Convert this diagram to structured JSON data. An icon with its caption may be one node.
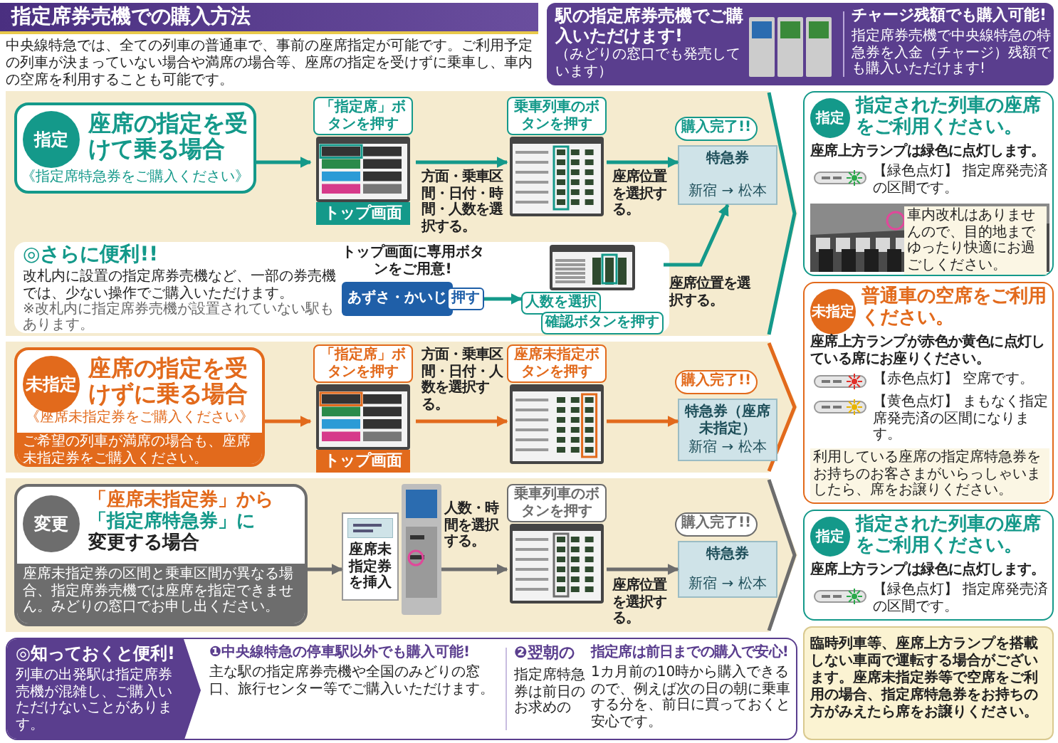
{
  "diagram": {
    "title": "指定席券売機での購入方法",
    "nodes": [
      {
        "text": [],
        "shape": "band"
      },
      {
        "text": [
          "指定",
          "座席の指定を受けて乗る場合",
          "《指定席特急券をご購入ください》"
        ],
        "in": 0
      },
      {
        "text": [
          "「指定席」ボタンを押す",
          "トップ画面"
        ],
        "in": 0
      },
      {
        "text": [
          "乗車列車のボタンを押す"
        ],
        "in": 0
      },
      {
        "text": [
          "特急券",
          "新宿 → 松本"
        ],
        "in": 0,
        "beside": [
          "購入完了!!"
        ]
      },
      {
        "text": [
          "◎さらに便利!!",
          "改札内に設置の指定席券売機など、一部の券売機では、少ない操作でご購入いただけます。",
          "※改札内に指定席券売機が設置されていない駅もあります。"
        ],
        "in": 0
      },
      {
        "text": [
          "あずさ・かいじ",
          "押す"
        ],
        "in": 5,
        "beside": [
          "トップ画面に専用ボタンをご用意!"
        ]
      },
      {
        "text": [
          "人数を選択",
          "確認ボタンを押す"
        ],
        "in": 5
      },
      {
        "text": [
          "指定",
          "指定された列車の座席をご利用ください。",
          "座席上方ランプは緑色に点灯します。",
          "【緑色点灯】 指定席発売済の区間です。",
          "車内改札はありませんので、目的地までゆったり快適にお過ごしください。"
        ]
      },
      {
        "text": [],
        "shape": "band"
      },
      {
        "text": [
          "未指定",
          "座席の指定を受けずに乗る場合",
          "《座席未指定券をご購入ください》",
          "ご希望の列車が満席の場合も、座席未指定券をご購入ください。"
        ],
        "in": 9
      },
      {
        "text": [
          "「指定席」ボタンを押す",
          "トップ画面"
        ],
        "in": 9
      },
      {
        "text": [
          "座席未指定ボタンを押す"
        ],
        "in": 9
      },
      {
        "text": [
          "特急券（座席未指定）",
          "新宿 → 松本"
        ],
        "in": 9,
        "beside": [
          "購入完了!!"
        ]
      },
      {
        "text": [
          "未指定",
          "普通車の空席をご利用ください。",
          "座席上方ランプが赤色か黄色に点灯している席にお座りください。",
          "【赤色点灯】 空席です。",
          "【黄色点灯】 まもなく指定席発売済の区間になります。",
          "利用している座席の指定席特急券をお持ちのお客さまがいらっしゃいましたら、席をお譲りください。"
        ]
      },
      {
        "text": [],
        "shape": "band"
      },
      {
        "text": [
          "変更",
          "「座席未指定券」から",
          "「指定席特急券」に",
          "変更する場合",
          "座席未指定券の区間と乗車区間が異なる場合、指定席券売機では座席を指定できません。みどりの窓口でお申し出ください。"
        ],
        "in": 15
      },
      {
        "text": [
          "座席未指定券を挿入"
        ],
        "in": 15
      },
      {
        "text": [
          "乗車列車のボタンを押す"
        ],
        "in": 15
      },
      {
        "text": [
          "特急券",
          "新宿 → 松本"
        ],
        "in": 15,
        "beside": [
          "購入完了!!"
        ]
      },
      {
        "text": [
          "指定",
          "指定された列車の座席をご利用ください。",
          "座席上方ランプは緑色に点灯します。",
          "【緑色点灯】 指定席発売済の区間です。"
        ]
      },
      {
        "text": [
          "臨時列車等、座席上方ランプを搭載しない車両で運転する場合がございます。座席未指定券等で空席をご利用の場合、指定席特急券をお持ちの方がみえたら席をお譲りください。"
        ]
      },
      {
        "text": [
          "駅の指定席券売機でご購入いただけます!",
          "（みどりの窓口でも発売しています）",
          "チャージ残額でも購入可能!",
          "指定席券売機で中央線特急の特急券を入金（チャージ）残額でも購入いただけます!"
        ]
      },
      {
        "text": [
          "◎知っておくと便利!",
          "列車の出発駅は指定席券売機が混雑し、ご購入いただけないことがあります。",
          "❶中央線特急の停車駅以外でも購入可能!",
          "主な駅の指定席券売機や全国のみどりの窓口、旅行センター等でご購入いただけます。",
          "❷翌朝の",
          "指定席特急券は前日のお求めの",
          "指定席は前日までの購入で安心!",
          "1カ月前の10時から購入できるので、例えば次の日の朝に乗車する分を、前日に買っておくと安心です。"
        ]
      }
    ],
    "edges": [
      {
        "from": 1,
        "to": 2,
        "arrow": "to"
      },
      {
        "from": 2,
        "to": 3,
        "arrow": "to",
        "label": "方面・乗車区間・日付・時間・人数を選択する。"
      },
      {
        "from": 3,
        "to": 4,
        "arrow": "to",
        "label": "座席位置を選択する。"
      },
      {
        "from": 6,
        "to": 7,
        "arrow": "to"
      },
      {
        "from": 7,
        "to": 4,
        "arrow": "to",
        "label": "座席位置を選択する。"
      },
      {
        "from": 10,
        "to": 11,
        "arrow": "to",
        "color": "#e26a1c"
      },
      {
        "from": 11,
        "to": 12,
        "arrow": "to",
        "color": "#e26a1c",
        "label": "方面・乗車区間・日付・人数を選択する。"
      },
      {
        "from": 12,
        "to": 13,
        "arrow": "to",
        "color": "#e26a1c"
      },
      {
        "from": 16,
        "to": 17,
        "arrow": "to",
        "color": "#6d6d6d"
      },
      {
        "from": 17,
        "to": 18,
        "arrow": "to",
        "color": "#6d6d6d",
        "label": "人数・時間を選択する。"
      },
      {
        "from": 18,
        "to": 19,
        "arrow": "to",
        "color": "#6d6d6d",
        "label": "座席位置を選択する。"
      }
    ],
    "labels": [
      "中央線特急では、全ての列車の普通車で、事前の座席指定が可能です。ご利用予定の列車が決まっていない場合や満席の場合等、座席の指定を受けずに乗車し、車内の空席を利用することも可能です。"
    ]
  }
}
